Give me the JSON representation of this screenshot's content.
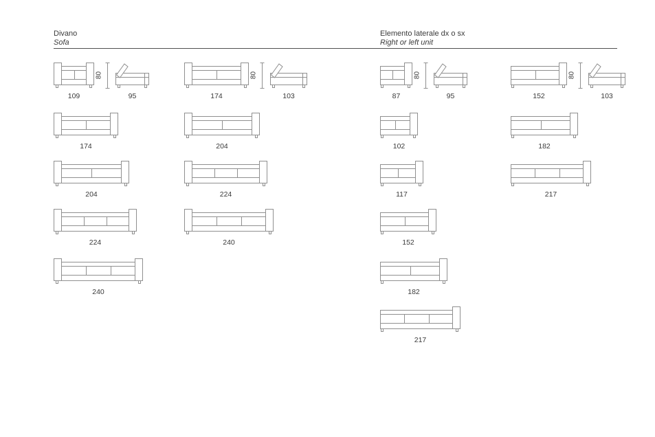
{
  "colors": {
    "line": "#8f8f8f",
    "text": "#3a3a3a",
    "rule": "#4f4f4f",
    "background": "#ffffff"
  },
  "sections": [
    {
      "title": "Divano",
      "subtitle": "Sofa",
      "figures": [
        {
          "type": "sofa-front-view",
          "label": "109"
        },
        {
          "type": "height-dimension",
          "label": "80"
        },
        {
          "type": "side-view",
          "label": "95"
        },
        {
          "type": "sofa-front-view",
          "label": "174"
        },
        {
          "type": "height-dimension",
          "label": "80"
        },
        {
          "type": "side-view",
          "label": "103"
        },
        {
          "type": "sofa-front-view",
          "label": "174"
        },
        {
          "type": "sofa-front-view",
          "label": "204"
        },
        {
          "type": "sofa-front-view",
          "label": "204"
        },
        {
          "type": "sofa-front-view",
          "label": "224"
        },
        {
          "type": "sofa-front-view",
          "label": "224"
        },
        {
          "type": "sofa-front-view",
          "label": "240"
        },
        {
          "type": "sofa-front-view",
          "label": "240"
        }
      ]
    },
    {
      "title": "Elemento laterale dx o sx",
      "subtitle": "Right or left unit",
      "figures": [
        {
          "type": "unit-front-view",
          "label": "87"
        },
        {
          "type": "height-dimension",
          "label": "80"
        },
        {
          "type": "side-view",
          "label": "95"
        },
        {
          "type": "unit-front-view",
          "label": "152"
        },
        {
          "type": "height-dimension",
          "label": "80"
        },
        {
          "type": "side-view",
          "label": "103"
        },
        {
          "type": "unit-front-view",
          "label": "102"
        },
        {
          "type": "unit-front-view",
          "label": "182"
        },
        {
          "type": "unit-front-view",
          "label": "117"
        },
        {
          "type": "unit-front-view",
          "label": "217"
        },
        {
          "type": "unit-front-view",
          "label": "152"
        },
        {
          "type": "unit-front-view",
          "label": "182"
        },
        {
          "type": "unit-front-view",
          "label": "217"
        }
      ]
    }
  ]
}
